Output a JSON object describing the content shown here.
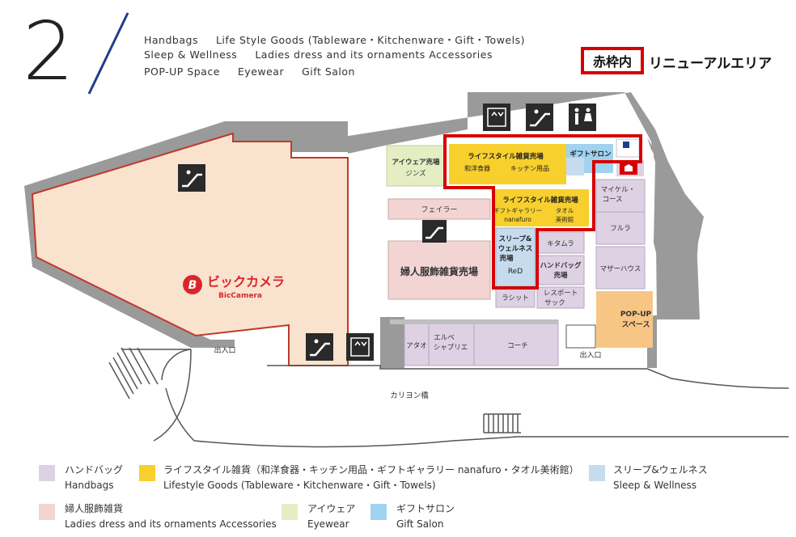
{
  "floor": "2",
  "header_categories": [
    [
      "Handbags",
      "Life Style Goods (Tableware・Kitchenware・Gift・Towels)"
    ],
    [
      "Sleep & Wellness",
      "Ladies dress and its ornaments Accessories"
    ],
    [
      "POP-UP Space",
      "Eyewear",
      "Gift Salon"
    ]
  ],
  "renewal": {
    "box_label": "赤枠内",
    "label": "リニューアルエリア",
    "color": "#d60000"
  },
  "colors": {
    "handbags": "#ddd1e3",
    "lifestyle": "#f7d02e",
    "sleep": "#c6dcee",
    "ladies": "#f2d5d3",
    "eyewear": "#e5eec3",
    "gift": "#9fd3ef",
    "popup": "#f7c684",
    "bic": "#f9e3cf",
    "wall": "#9a9a9a"
  },
  "stores": {
    "bic_camera": "ビックカメラ",
    "bic_camera_en": "BicCamera",
    "eyewear_title": "アイウェア売場",
    "eyewear_store": "ジンズ",
    "lifestyle1_title": "ライフスタイル雑貨売場",
    "lifestyle1_a": "和洋食器",
    "lifestyle1_b": "キッチン用品",
    "gift_salon": "ギフトサロン",
    "lifestyle2_title": "ライフスタイル雑貨売場",
    "lifestyle2_a": "ギフトギャラリー",
    "lifestyle2_a2": "nanafuro",
    "lifestyle2_b": "タオル",
    "lifestyle2_b2": "美術館",
    "feiler": "フェイラー",
    "ladies_title": "婦人服飾雑貨売場",
    "sleep_title_1": "スリープ&",
    "sleep_title_2": "ウェルネス",
    "sleep_title_3": "売場",
    "sleep_store": "ReD",
    "kitamura": "キタムラ",
    "handbag_title_1": "ハンドバッグ",
    "handbag_title_2": "売場",
    "rashit": "ラシット",
    "lesportsac_1": "レスポート",
    "lesportsac_2": "サック",
    "michael_kors_1": "マイケル・",
    "michael_kors_2": "コース",
    "furla": "フルラ",
    "mother_house": "マザーハウス",
    "popup_1": "POP-UP",
    "popup_2": "スペース",
    "atao": "アタオ",
    "elbe_1": "エルベ",
    "elbe_2": "シャプリエ",
    "coach": "コーチ",
    "entrance_left": "出入口",
    "entrance_right": "出入口",
    "bridge": "カリヨン橋"
  },
  "legend": [
    {
      "jp": "ハンドバッグ",
      "en": "Handbags",
      "key": "handbags"
    },
    {
      "jp": "ライフスタイル雑貨（和洋食器・キッチン用品・ギフトギャラリー nanafuro・タオル美術館）",
      "en": "Lifestyle Goods (Tableware・Kitchenware・Gift・Towels)",
      "key": "lifestyle"
    },
    {
      "jp": "スリープ&ウェルネス",
      "en": "Sleep & Wellness",
      "key": "sleep"
    },
    {
      "jp": "婦人服飾雑貨",
      "en": "Ladies dress and its ornaments Accessories",
      "key": "ladies"
    },
    {
      "jp": "アイウェア",
      "en": "Eyewear",
      "key": "eyewear"
    },
    {
      "jp": "ギフトサロン",
      "en": "Gift Salon",
      "key": "gift"
    }
  ],
  "icons": [
    "escalator-icon",
    "elevator-icon",
    "restroom-icon",
    "aed-icon",
    "atm-icon"
  ]
}
